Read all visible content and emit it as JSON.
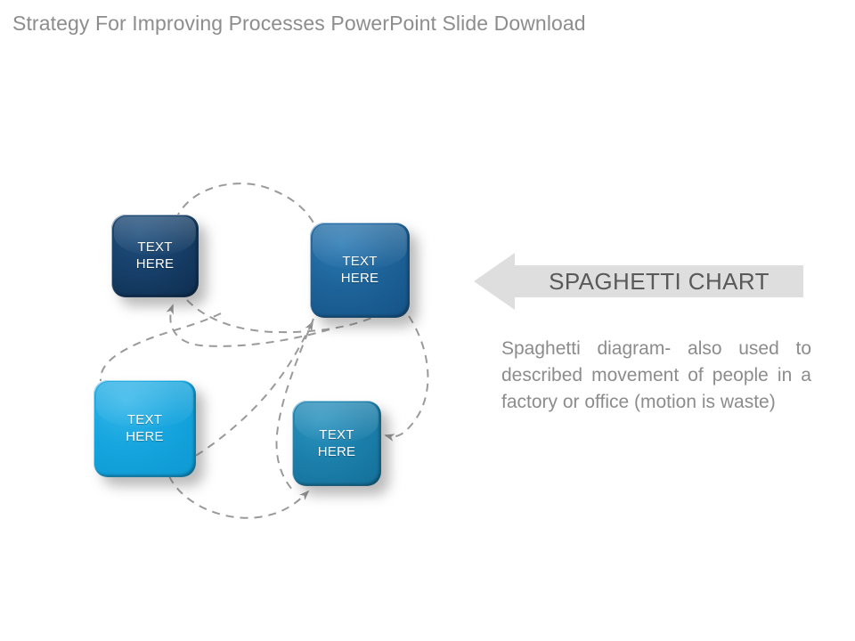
{
  "slide": {
    "title": "Strategy For Improving Processes PowerPoint Slide Download",
    "background": "#ffffff",
    "title_color": "#8d8d8d"
  },
  "diagram": {
    "type": "spaghetti-chart",
    "boxes": [
      {
        "id": "box-1",
        "label_line1": "TEXT",
        "label_line2": "HERE",
        "color": "#14406a",
        "position": "top-left"
      },
      {
        "id": "box-2",
        "label_line1": "TEXT",
        "label_line2": "HERE",
        "color": "#1b5f96",
        "position": "top-right"
      },
      {
        "id": "box-3",
        "label_line1": "TEXT",
        "label_line2": "HERE",
        "color": "#14a3dd",
        "position": "bottom-left"
      },
      {
        "id": "box-4",
        "label_line1": "TEXT",
        "label_line2": "HERE",
        "color": "#1b7fa8",
        "position": "bottom-middle"
      }
    ],
    "connector_style": {
      "stroke": "#9a9a9a",
      "dash": "9 7",
      "width": 2
    }
  },
  "banner": {
    "label": "SPAGHETTI CHART",
    "fill": "#dedede",
    "text_color": "#595959",
    "direction": "left"
  },
  "description": {
    "text": "Spaghetti diagram- also used to described movement of people in a factory or office (motion is waste)",
    "color": "#8c8c8c"
  }
}
